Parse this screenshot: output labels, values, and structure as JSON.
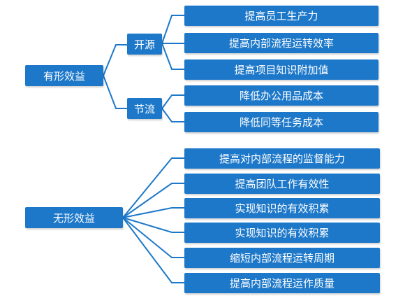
{
  "colors": {
    "box_fill": "#1d78c9",
    "text": "#ffffff",
    "connector": "#1d78c9"
  },
  "tangible": {
    "label": "有形效益",
    "groups": [
      {
        "label": "开源",
        "items": [
          "提高员工生产力",
          "提高内部流程运转效率",
          "提高项目知识附加值"
        ]
      },
      {
        "label": "节流",
        "items": [
          "降低办公用品成本",
          "降低同等任务成本"
        ]
      }
    ]
  },
  "intangible": {
    "label": "无形效益",
    "items": [
      "提高对内部流程的监督能力",
      "提高团队工作有效性",
      "实现知识的有效积累",
      "实现知识的有效积累",
      "缩短内部流程运转周期",
      "提高内部流程运作质量"
    ]
  }
}
